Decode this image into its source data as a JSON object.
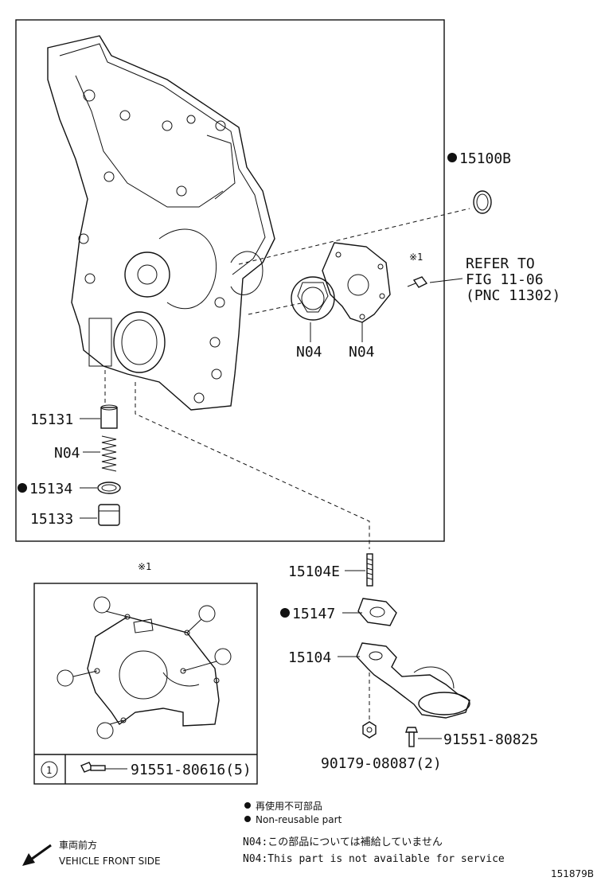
{
  "labels": {
    "p15100B": "15100B",
    "refer_line1": "REFER TO",
    "refer_line2": "FIG 11-06",
    "refer_line3": "(PNC 11302)",
    "ref_mark_top": "※1",
    "n04_a": "N04",
    "n04_b": "N04",
    "p15131": "15131",
    "n04_c": "N04",
    "p15134": "15134",
    "p15133": "15133",
    "ref_mark_inset": "※1",
    "p15104E": "15104E",
    "p15147": "15147",
    "p15104": "15104",
    "p91551_80825": "91551-80825",
    "p90179_08087": "90179-08087(2)",
    "inset_callout": "1",
    "p91551_80616": "91551-80616(5)"
  },
  "legend": {
    "nonreusable_jp": "再使用不可部品",
    "nonreusable_en": "Non-reusable part",
    "n04_jp": "N04:この部品については補給していません",
    "n04_en": "N04:This part is not available for service",
    "front_jp": "車両前方",
    "front_en": "VEHICLE FRONT SIDE"
  },
  "figure_id": "151879B"
}
